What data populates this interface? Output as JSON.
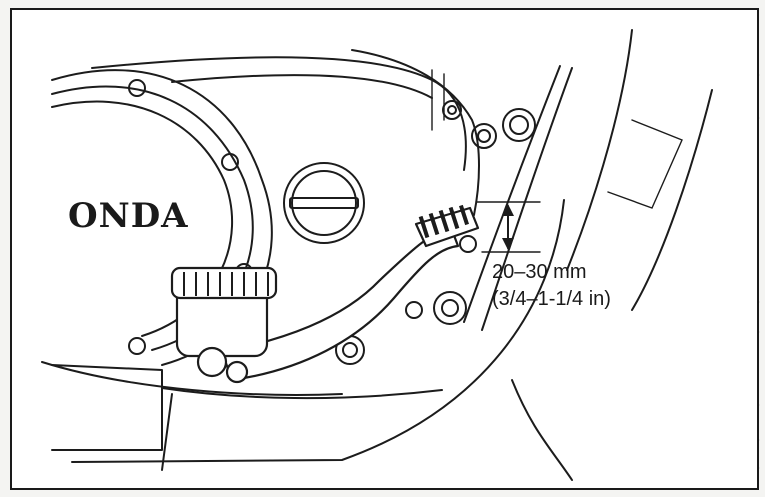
{
  "figure": {
    "brand": "ONDA",
    "freeplay_metric": "20–30 mm",
    "freeplay_imperial": "(3/4–1-1/4 in)"
  },
  "colors": {
    "ink": "#1c1c1c",
    "paper": "#ffffff",
    "scan_background": "#f4f4f2"
  }
}
